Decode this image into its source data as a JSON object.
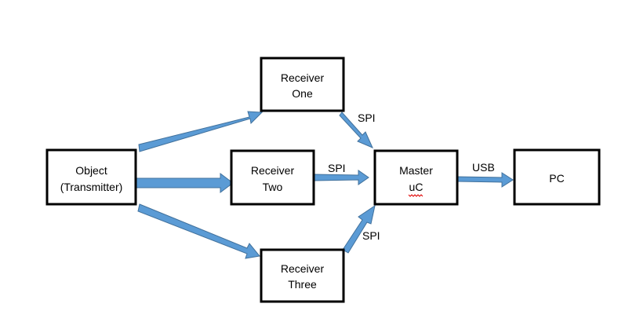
{
  "colors": {
    "arrow_fill": "#5b9bd5",
    "arrow_outline": "#41719c",
    "box_border": "#000000",
    "spellcheck_underline": "#e00000"
  },
  "nodes": {
    "object": {
      "line1": "Object",
      "line2": "(Transmitter)"
    },
    "receiver_one": {
      "line1": "Receiver",
      "line2": "One"
    },
    "receiver_two": {
      "line1": "Receiver",
      "line2": "Two"
    },
    "receiver_three": {
      "line1": "Receiver",
      "line2": "Three"
    },
    "master": {
      "line1": "Master",
      "line2": "uC"
    },
    "pc": {
      "line1": "PC"
    }
  },
  "edges": {
    "receiver_one_to_master": "SPI",
    "receiver_two_to_master": "SPI",
    "receiver_three_to_master": "SPI",
    "master_to_pc": "USB"
  }
}
